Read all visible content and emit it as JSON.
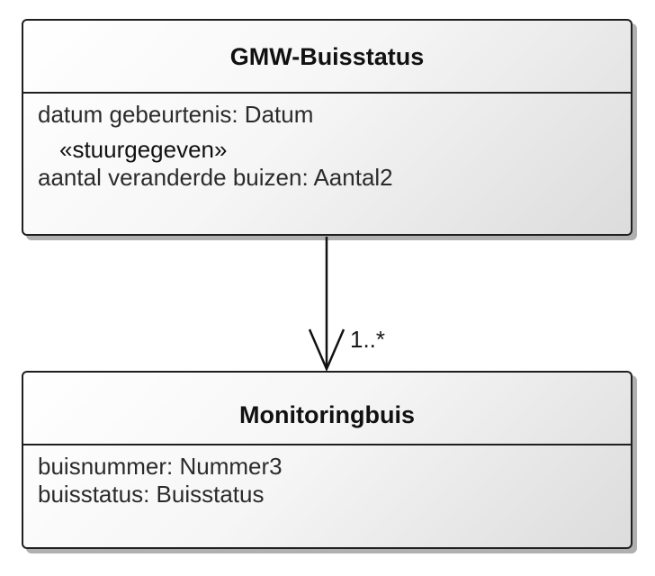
{
  "classes": [
    {
      "name": "GMW-Buisstatus",
      "attributes": [
        "datum gebeurtenis: Datum"
      ],
      "stereotype": "«stuurgegeven»",
      "stereotype_attributes": [
        "aantal veranderde buizen: Aantal2"
      ]
    },
    {
      "name": "Monitoringbuis",
      "attributes": [
        "buisnummer: Nummer3",
        "buisstatus: Buisstatus"
      ]
    }
  ],
  "association": {
    "multiplicity": "1..*"
  }
}
